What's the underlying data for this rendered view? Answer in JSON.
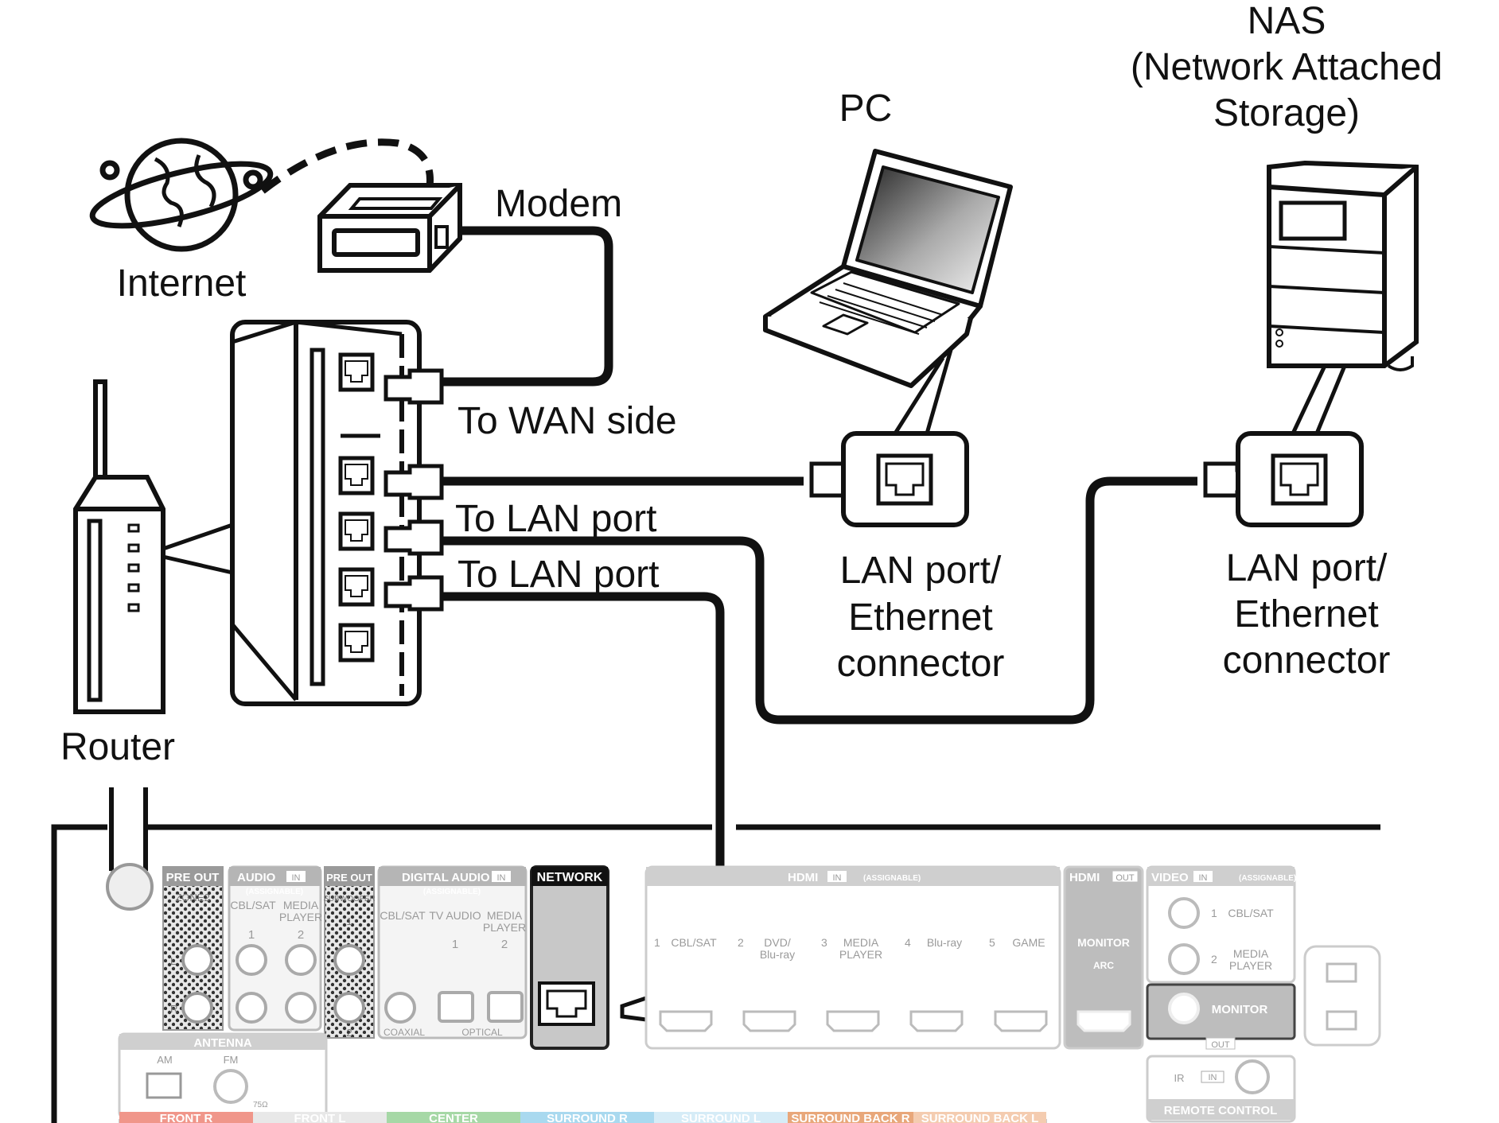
{
  "devices": {
    "internet": "Internet",
    "modem": "Modem",
    "router": "Router",
    "pc": "PC",
    "nas_line1": "NAS",
    "nas_line2": "(Network Attached",
    "nas_line3": "Storage)"
  },
  "router_labels": {
    "wan": "To WAN side",
    "lan1": "To LAN port",
    "lan2": "To LAN port"
  },
  "connector_labels": {
    "pc": [
      "LAN port/",
      "Ethernet",
      "connector"
    ],
    "nas": [
      "LAN port/",
      "Ethernet",
      "connector"
    ]
  },
  "panel": {
    "pre_out_a": "PRE OUT",
    "zone2": "ZONE2",
    "audio": "AUDIO",
    "in": "IN",
    "out": "OUT",
    "assignable": "(ASSIGNABLE)",
    "audio_cols": [
      "CBL/SAT",
      "MEDIA",
      "PLAYER"
    ],
    "audio_nums": [
      "1",
      "2"
    ],
    "pre_out_b": "PRE OUT",
    "subwoofer": "SUBWOOFER",
    "sub_nums": [
      "1",
      "2"
    ],
    "lr": [
      "L",
      "R"
    ],
    "digital_audio": "DIGITAL AUDIO",
    "digital_cols": [
      "CBL/SAT",
      "TV AUDIO",
      "MEDIA",
      "PLAYER"
    ],
    "digital_nums": [
      "1",
      "2"
    ],
    "coaxial": "COAXIAL",
    "optical": "OPTICAL",
    "network": "NETWORK",
    "hdmi": "HDMI",
    "hdmi_inputs": [
      {
        "num": "1",
        "line1": "CBL/SAT",
        "line2": ""
      },
      {
        "num": "2",
        "line1": "DVD/",
        "line2": "Blu-ray"
      },
      {
        "num": "3",
        "line1": "MEDIA",
        "line2": "PLAYER"
      },
      {
        "num": "4",
        "line1": "Blu-ray",
        "line2": ""
      },
      {
        "num": "5",
        "line1": "GAME",
        "line2": ""
      }
    ],
    "hdmi_out": "HDMI",
    "monitor": "MONITOR",
    "arc": "ARC",
    "video": "VIDEO",
    "video_inputs": [
      {
        "num": "1",
        "line1": "CBL/SAT",
        "line2": ""
      },
      {
        "num": "2",
        "line1": "MEDIA",
        "line2": "PLAYER"
      }
    ],
    "video_monitor": "MONITOR",
    "video_out": "VIDEO",
    "ir": "IR",
    "remote_control": "REMOTE CONTROL",
    "antenna": "ANTENNA",
    "am": "AM",
    "fm": "FM",
    "ohm": "75Ω",
    "speakers": [
      {
        "label": "FRONT",
        "side": "R",
        "color": "#f0968a"
      },
      {
        "label": "FRONT",
        "side": "L",
        "color": "#e8e8e8"
      },
      {
        "label": "CENTER",
        "side": "",
        "color": "#a6d8a6"
      },
      {
        "label": "SURROUND",
        "side": "R",
        "color": "#a9d9ef"
      },
      {
        "label": "SURROUND",
        "side": "L",
        "color": "#d6ecf7"
      },
      {
        "label": "SURROUND BACK",
        "side": "R",
        "color": "#e8a77a"
      },
      {
        "label": "SURROUND BACK",
        "side": "L",
        "color": "#f4ccb0"
      }
    ]
  }
}
